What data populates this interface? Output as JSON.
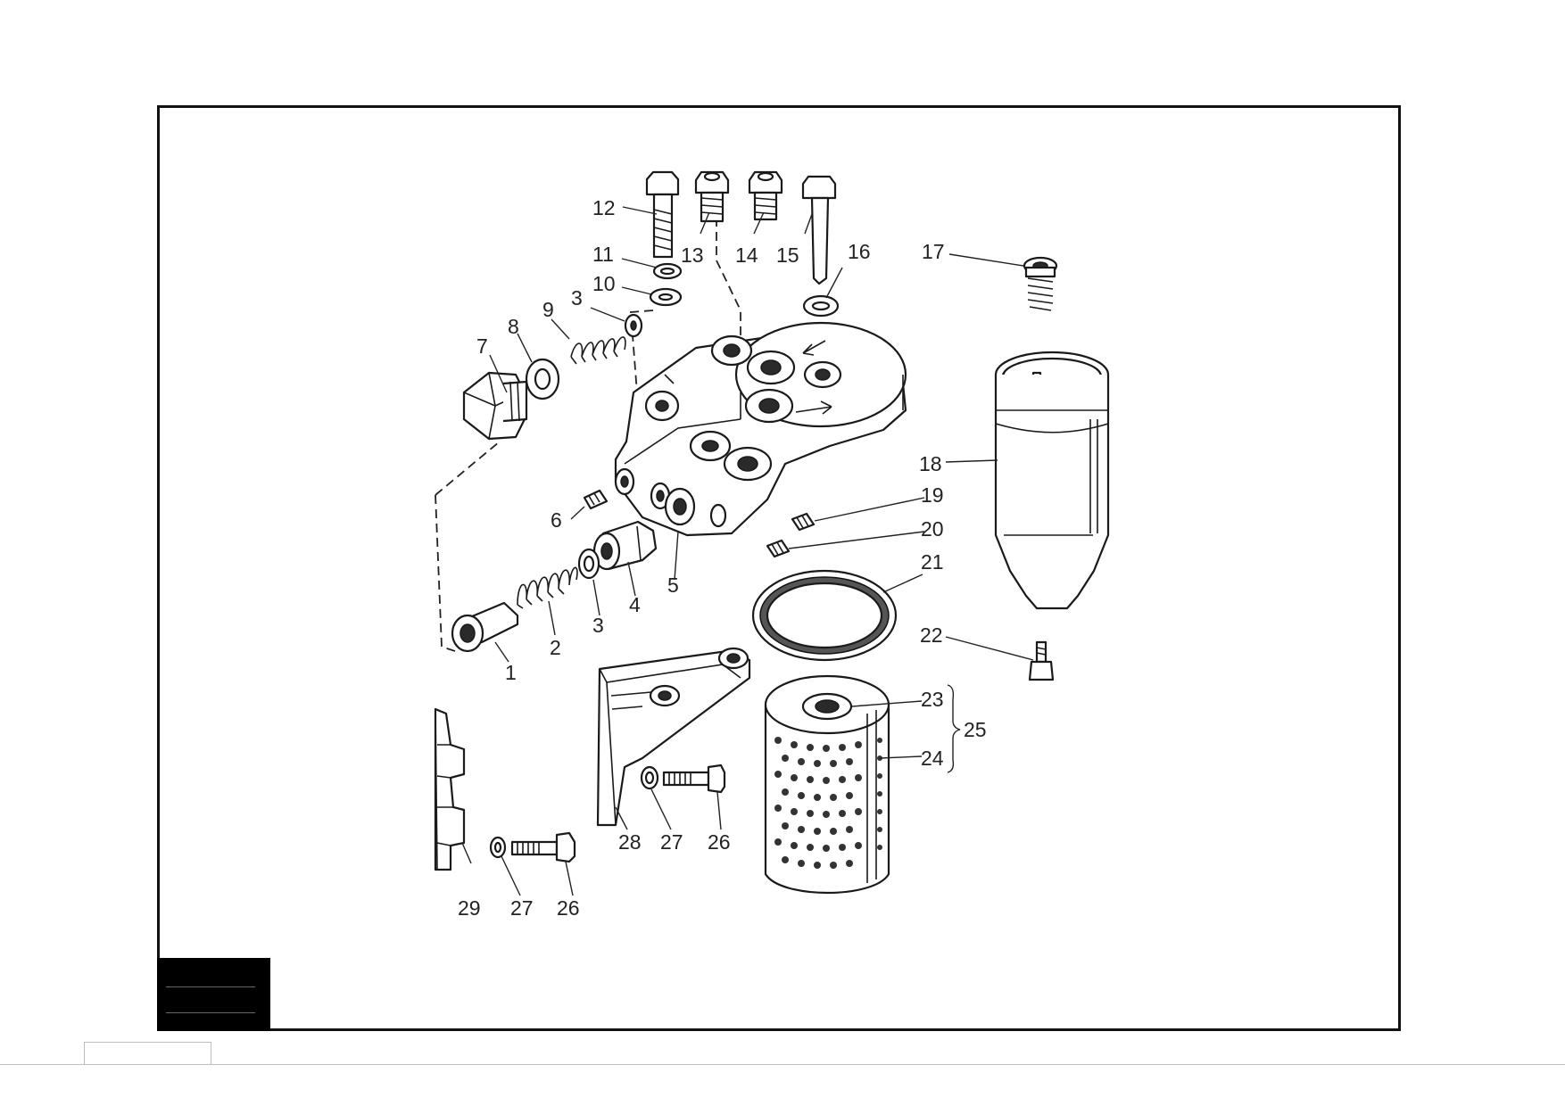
{
  "labels": {
    "l1": "1",
    "l2": "2",
    "l3a": "3",
    "l3b": "3",
    "l4": "4",
    "l5": "5",
    "l6": "6",
    "l7": "7",
    "l8": "8",
    "l9": "9",
    "l10": "10",
    "l11": "11",
    "l12": "12",
    "l13": "13",
    "l14": "14",
    "l15": "15",
    "l16": "16",
    "l17": "17",
    "l18": "18",
    "l19": "19",
    "l20": "20",
    "l21": "21",
    "l22": "22",
    "l23": "23",
    "l24": "24",
    "l25": "25",
    "l26a": "26",
    "l26b": "26",
    "l27a": "27",
    "l27b": "27",
    "l28": "28",
    "l29": "29"
  }
}
